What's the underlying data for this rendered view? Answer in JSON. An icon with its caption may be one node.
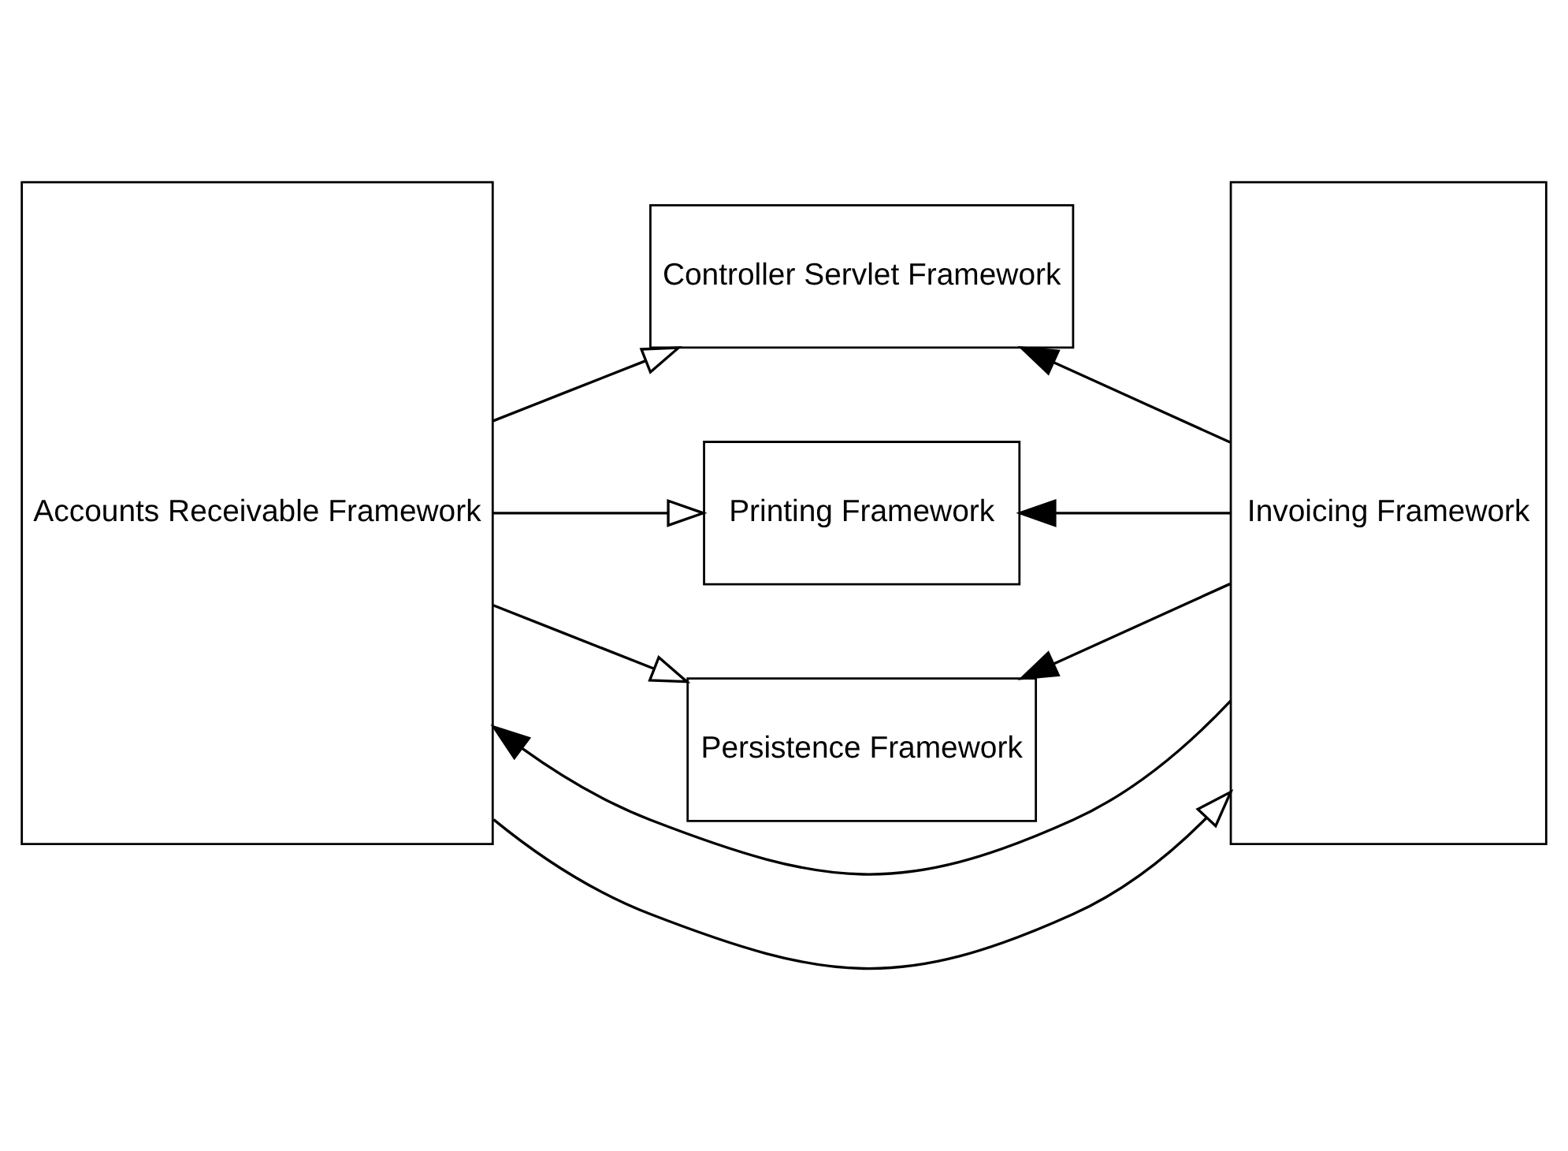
{
  "diagram": {
    "nodes": [
      {
        "text": [
          "Accounts Receivable Framework"
        ]
      },
      {
        "text": [
          "Controller Servlet Framework"
        ]
      },
      {
        "text": [
          "Printing Framework"
        ]
      },
      {
        "text": [
          "Persistence Framework"
        ]
      },
      {
        "text": [
          "Invoicing Framework"
        ]
      }
    ],
    "edges": [
      {
        "from": 0,
        "to": 1,
        "arrow": "to"
      },
      {
        "from": 0,
        "to": 2,
        "arrow": "to"
      },
      {
        "from": 0,
        "to": 3,
        "arrow": "to"
      },
      {
        "from": 4,
        "to": 1,
        "arrow": "to"
      },
      {
        "from": 4,
        "to": 2,
        "arrow": "to"
      },
      {
        "from": 4,
        "to": 3,
        "arrow": "to"
      },
      {
        "from": 0,
        "to": 4,
        "arrow": "to"
      },
      {
        "from": 4,
        "to": 0,
        "arrow": "to"
      }
    ]
  }
}
